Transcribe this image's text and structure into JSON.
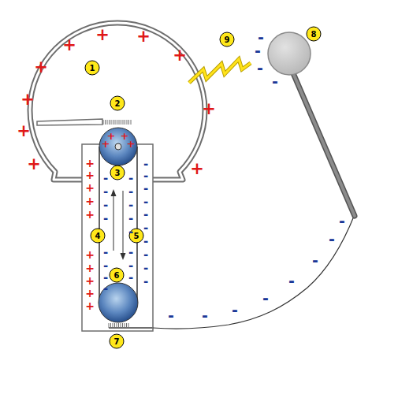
{
  "diagram": {
    "labels": [
      "1",
      "2",
      "3",
      "4",
      "5",
      "6",
      "7",
      "8",
      "9",
      "+",
      "+",
      "+",
      "+",
      "+",
      "+",
      "+",
      "+",
      "+",
      "+",
      "+",
      "+",
      "+",
      "+",
      "+",
      "+",
      "+",
      "+",
      "+",
      "+",
      "+",
      "+",
      "+",
      "+",
      "-",
      "-",
      "-",
      "-",
      "-",
      "-",
      "-",
      "-",
      "-",
      "-",
      "-",
      "-",
      "-",
      "-",
      "-",
      "-",
      "-",
      "-",
      "-",
      "-",
      "-",
      "-",
      "-",
      "-",
      "-",
      "-",
      "-",
      "-",
      "-",
      "-",
      "-",
      "-",
      "-",
      "-",
      "-",
      "-",
      "-",
      "-"
    ]
  }
}
